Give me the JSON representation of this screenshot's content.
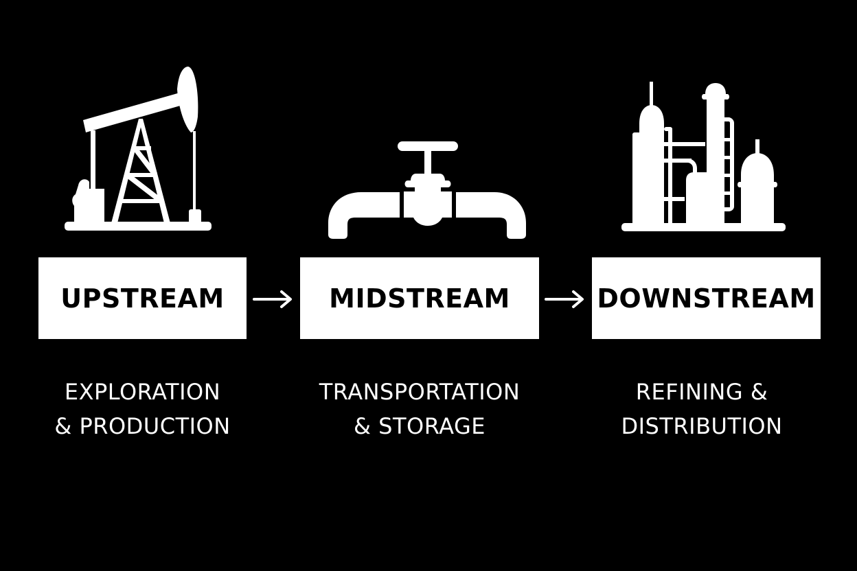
{
  "colors": {
    "background": "#000000",
    "foreground": "#ffffff",
    "box_text": "#000000"
  },
  "stages": [
    {
      "id": "upstream",
      "icon": "oil-pumpjack-icon",
      "label": "UPSTREAM",
      "description_line1": "EXPLORATION",
      "description_line2": "& PRODUCTION"
    },
    {
      "id": "midstream",
      "icon": "pipeline-valve-icon",
      "label": "MIDSTREAM",
      "description_line1": "TRANSPORTATION",
      "description_line2": "& STORAGE"
    },
    {
      "id": "downstream",
      "icon": "refinery-icon",
      "label": "DOWNSTREAM",
      "description_line1": "REFINING &",
      "description_line2": "DISTRIBUTION"
    }
  ],
  "connectors": [
    {
      "from": "upstream",
      "to": "midstream",
      "icon": "arrow-right-icon"
    },
    {
      "from": "midstream",
      "to": "downstream",
      "icon": "arrow-right-icon"
    }
  ]
}
